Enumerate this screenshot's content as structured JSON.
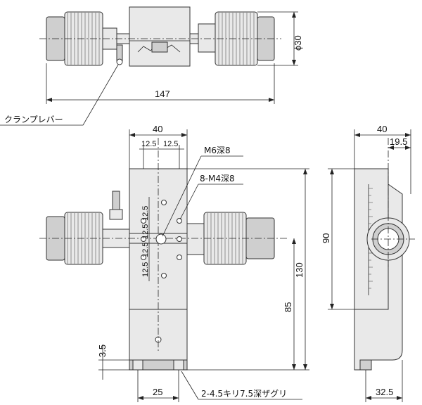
{
  "top_view": {
    "width_label": "147",
    "diameter_label": "ϕ30",
    "clamp_label": "クランプレバー"
  },
  "front_view": {
    "width_label": "40",
    "pitch_top_left": "12.5",
    "pitch_top_right": "12.5",
    "m6_label": "M6深8",
    "m4_label": "8-M4深8",
    "v_pitch_1": "12.5",
    "v_pitch_2": "12.5",
    "v_pitch_3": "12.5",
    "v_pitch_4": "12.5",
    "height_130": "130",
    "height_85": "85",
    "base_35": "3.5",
    "bottom_25": "25",
    "bolt_label": "2-4.5キリ7.5深ザグリ"
  },
  "side_view": {
    "width_label": "40",
    "offset_label": "19.5",
    "height_label": "90",
    "bottom_label": "32.5"
  }
}
